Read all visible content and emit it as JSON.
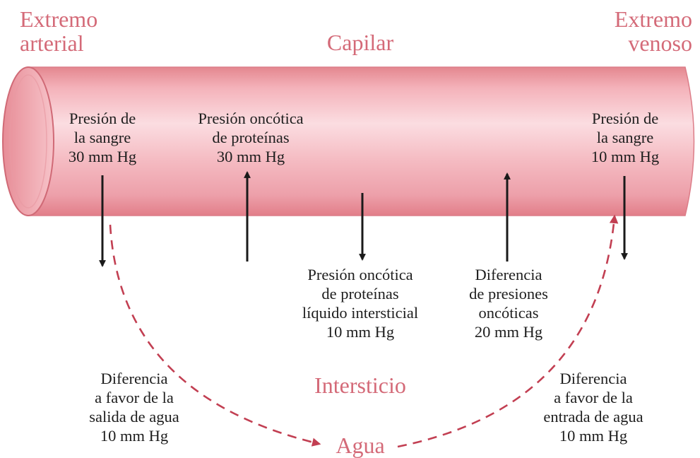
{
  "labels": {
    "arterial_end": [
      "Extremo",
      "arterial"
    ],
    "capillary": "Capilar",
    "venous_end": [
      "Extremo",
      "venoso"
    ],
    "interstitium": "Intersticio",
    "water": "Agua"
  },
  "pressures": {
    "arterial_blood": [
      "Presión de",
      "la sangre",
      "30 mm Hg"
    ],
    "plasma_oncotic": [
      "Presión oncótica",
      "de proteínas",
      "30 mm Hg"
    ],
    "interstitial_oncotic": [
      "Presión oncótica",
      "de proteínas",
      "líquido intersticial",
      "10 mm Hg"
    ],
    "oncotic_difference": [
      "Diferencia",
      "de presiones",
      "oncóticas",
      "20 mm Hg"
    ],
    "venous_blood": [
      "Presión de",
      "la sangre",
      "10 mm Hg"
    ]
  },
  "differences": {
    "outflow": [
      "Diferencia",
      "a favor de la",
      "salida de agua",
      "10 mm Hg"
    ],
    "inflow": [
      "Diferencia",
      "a favor de la",
      "entrada de agua",
      "10 mm Hg"
    ]
  },
  "colors": {
    "accent_text": "#d46a78",
    "tube": "#f2aab4",
    "dashed_arrow": "#c23f52",
    "arrow": "#1a1a1a"
  }
}
